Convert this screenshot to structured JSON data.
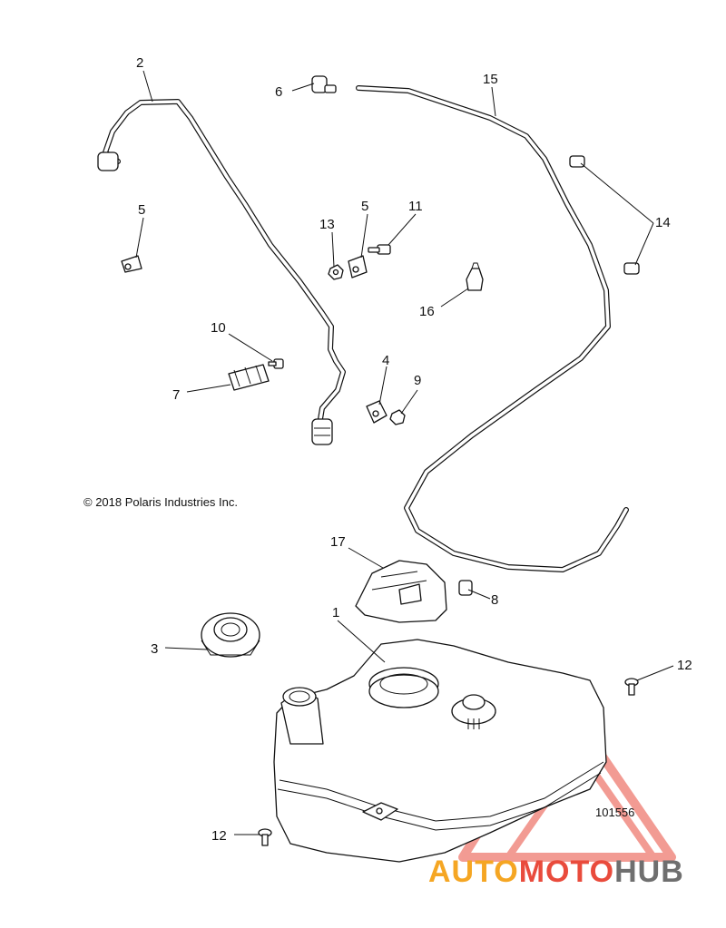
{
  "copyright": "© 2018 Polaris Industries Inc.",
  "figure_number": "101556",
  "callouts": {
    "c1": "1",
    "c2": "2",
    "c3": "3",
    "c4": "4",
    "c5a": "5",
    "c5b": "5",
    "c6": "6",
    "c7": "7",
    "c8": "8",
    "c9": "9",
    "c10": "10",
    "c11": "11",
    "c12a": "12",
    "c12b": "12",
    "c13": "13",
    "c14": "14",
    "c15": "15",
    "c16": "16",
    "c17": "17"
  },
  "watermark": {
    "part1": "AUTO",
    "part2": "MOTO",
    "part3": "HUB",
    "color_primary": "#f5a623",
    "color_secondary": "#e94b3c",
    "color_tertiary": "#6f6f6f"
  }
}
